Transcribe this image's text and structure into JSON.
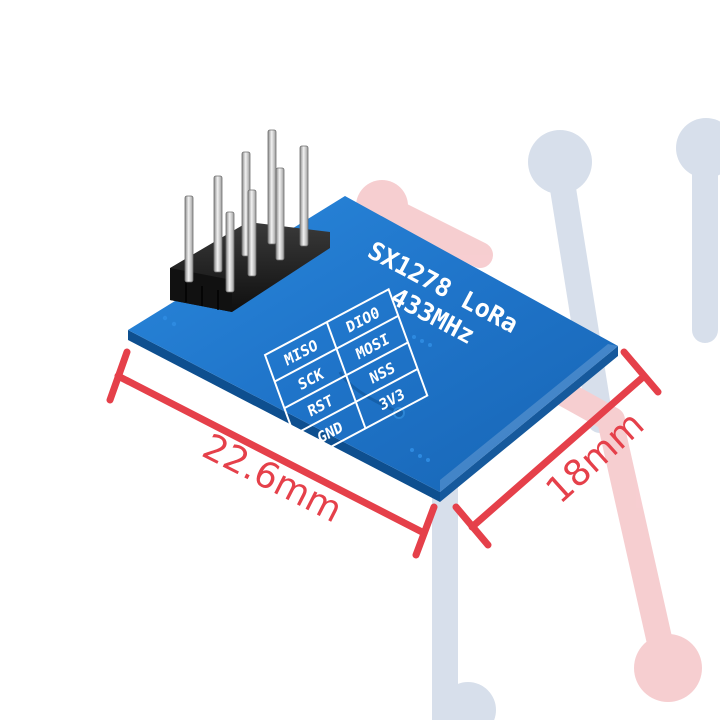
{
  "product": {
    "chip_label": "SX1278 LoRa",
    "freq_label": "433MHz"
  },
  "pin_labels": {
    "miso": "MISO",
    "dio0": "DIO0",
    "sck": "SCK",
    "mosi": "MOSI",
    "rst": "RST",
    "nss": "NSS",
    "gnd": "GND",
    "v33": "3V3"
  },
  "dimensions": {
    "width_label": "22.6mm",
    "depth_label": "18mm"
  },
  "colors": {
    "pcb_blue": "#1f74c9",
    "dimension_red": "#e5404a",
    "bg_red_light": "#f6c9cc",
    "bg_blue_light": "#d3dce9",
    "silk_white": "#ffffff",
    "header_black": "#1b1b1b",
    "pin_silver": "#cfcfcf"
  }
}
